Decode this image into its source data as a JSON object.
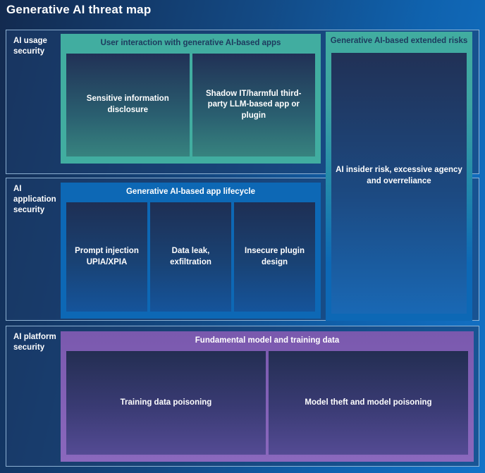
{
  "title": "Generative AI threat map",
  "colors": {
    "teal_group": "#41ada0",
    "blue_group": "#0d68b5",
    "purple_group": "#7a59ae",
    "row_border": "#aacdeb",
    "background_dark": "#132a4f",
    "background_bright": "#1373c8"
  },
  "rows": [
    {
      "label": "AI usage security"
    },
    {
      "label": "AI application security"
    },
    {
      "label": "AI platform security"
    }
  ],
  "groups": {
    "user_interaction": {
      "title": "User interaction with generative AI-based apps",
      "cards": [
        "Sensitive information disclosure",
        "Shadow IT/harmful third-party LLM-based app or plugin"
      ]
    },
    "extended_risks": {
      "title": "Generative AI-based extended risks",
      "cards": [
        "AI insider risk, excessive agency and overreliance"
      ]
    },
    "app_lifecycle": {
      "title": "Generative AI-based app lifecycle",
      "cards": [
        "Prompt injection UPIA/XPIA",
        "Data leak, exfiltration",
        "Insecure plugin design"
      ]
    },
    "fundamental_model": {
      "title": "Fundamental model and training data",
      "cards": [
        "Training data poisoning",
        "Model theft and model poisoning"
      ]
    }
  }
}
